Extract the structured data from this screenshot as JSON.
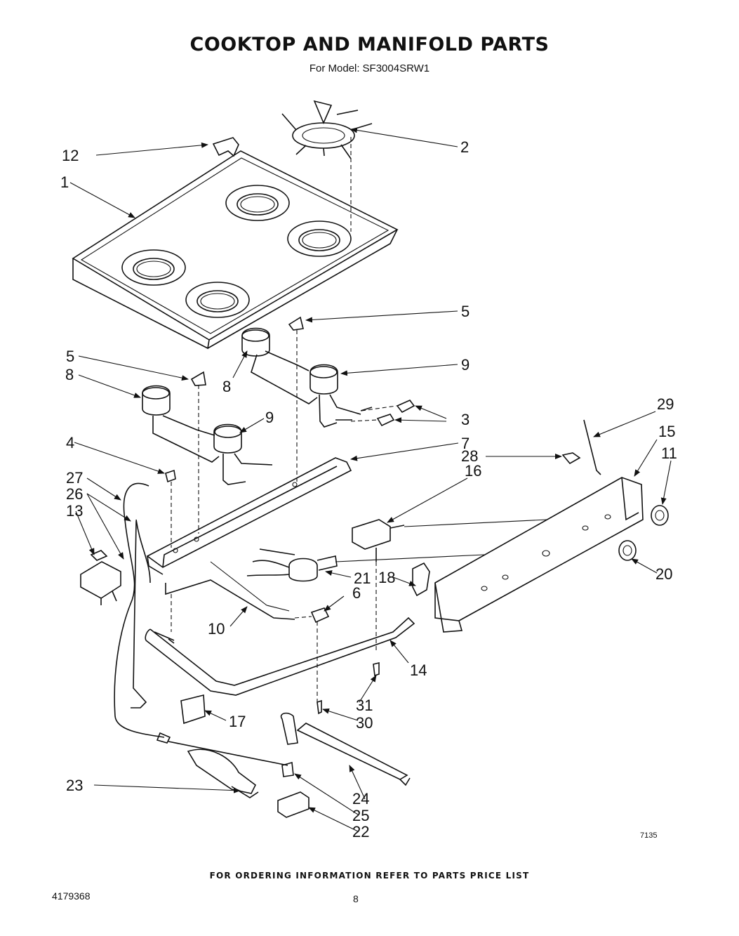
{
  "title": "COOKTOP AND MANIFOLD PARTS",
  "subtitle": {
    "prefix": "For Model:",
    "model": "SF3004SRW1"
  },
  "callouts": {
    "p1": "1",
    "p2": "2",
    "p3": "3",
    "p4": "4",
    "p5a": "5",
    "p5b": "5",
    "p6": "6",
    "p7": "7",
    "p8a": "8",
    "p8b": "8",
    "p9a": "9",
    "p9b": "9",
    "p10": "10",
    "p11": "11",
    "p12": "12",
    "p13": "13",
    "p14": "14",
    "p15": "15",
    "p16": "16",
    "p17": "17",
    "p18": "18",
    "p20": "20",
    "p21": "21",
    "p22": "22",
    "p23": "23",
    "p24": "24",
    "p25": "25",
    "p26": "26",
    "p27": "27",
    "p28": "28",
    "p29": "29",
    "p30": "30",
    "p31": "31"
  },
  "drawing_code": "7135",
  "footer_note": "FOR ORDERING INFORMATION REFER TO PARTS PRICE LIST",
  "doc_number": "4179368",
  "page_number": "8"
}
